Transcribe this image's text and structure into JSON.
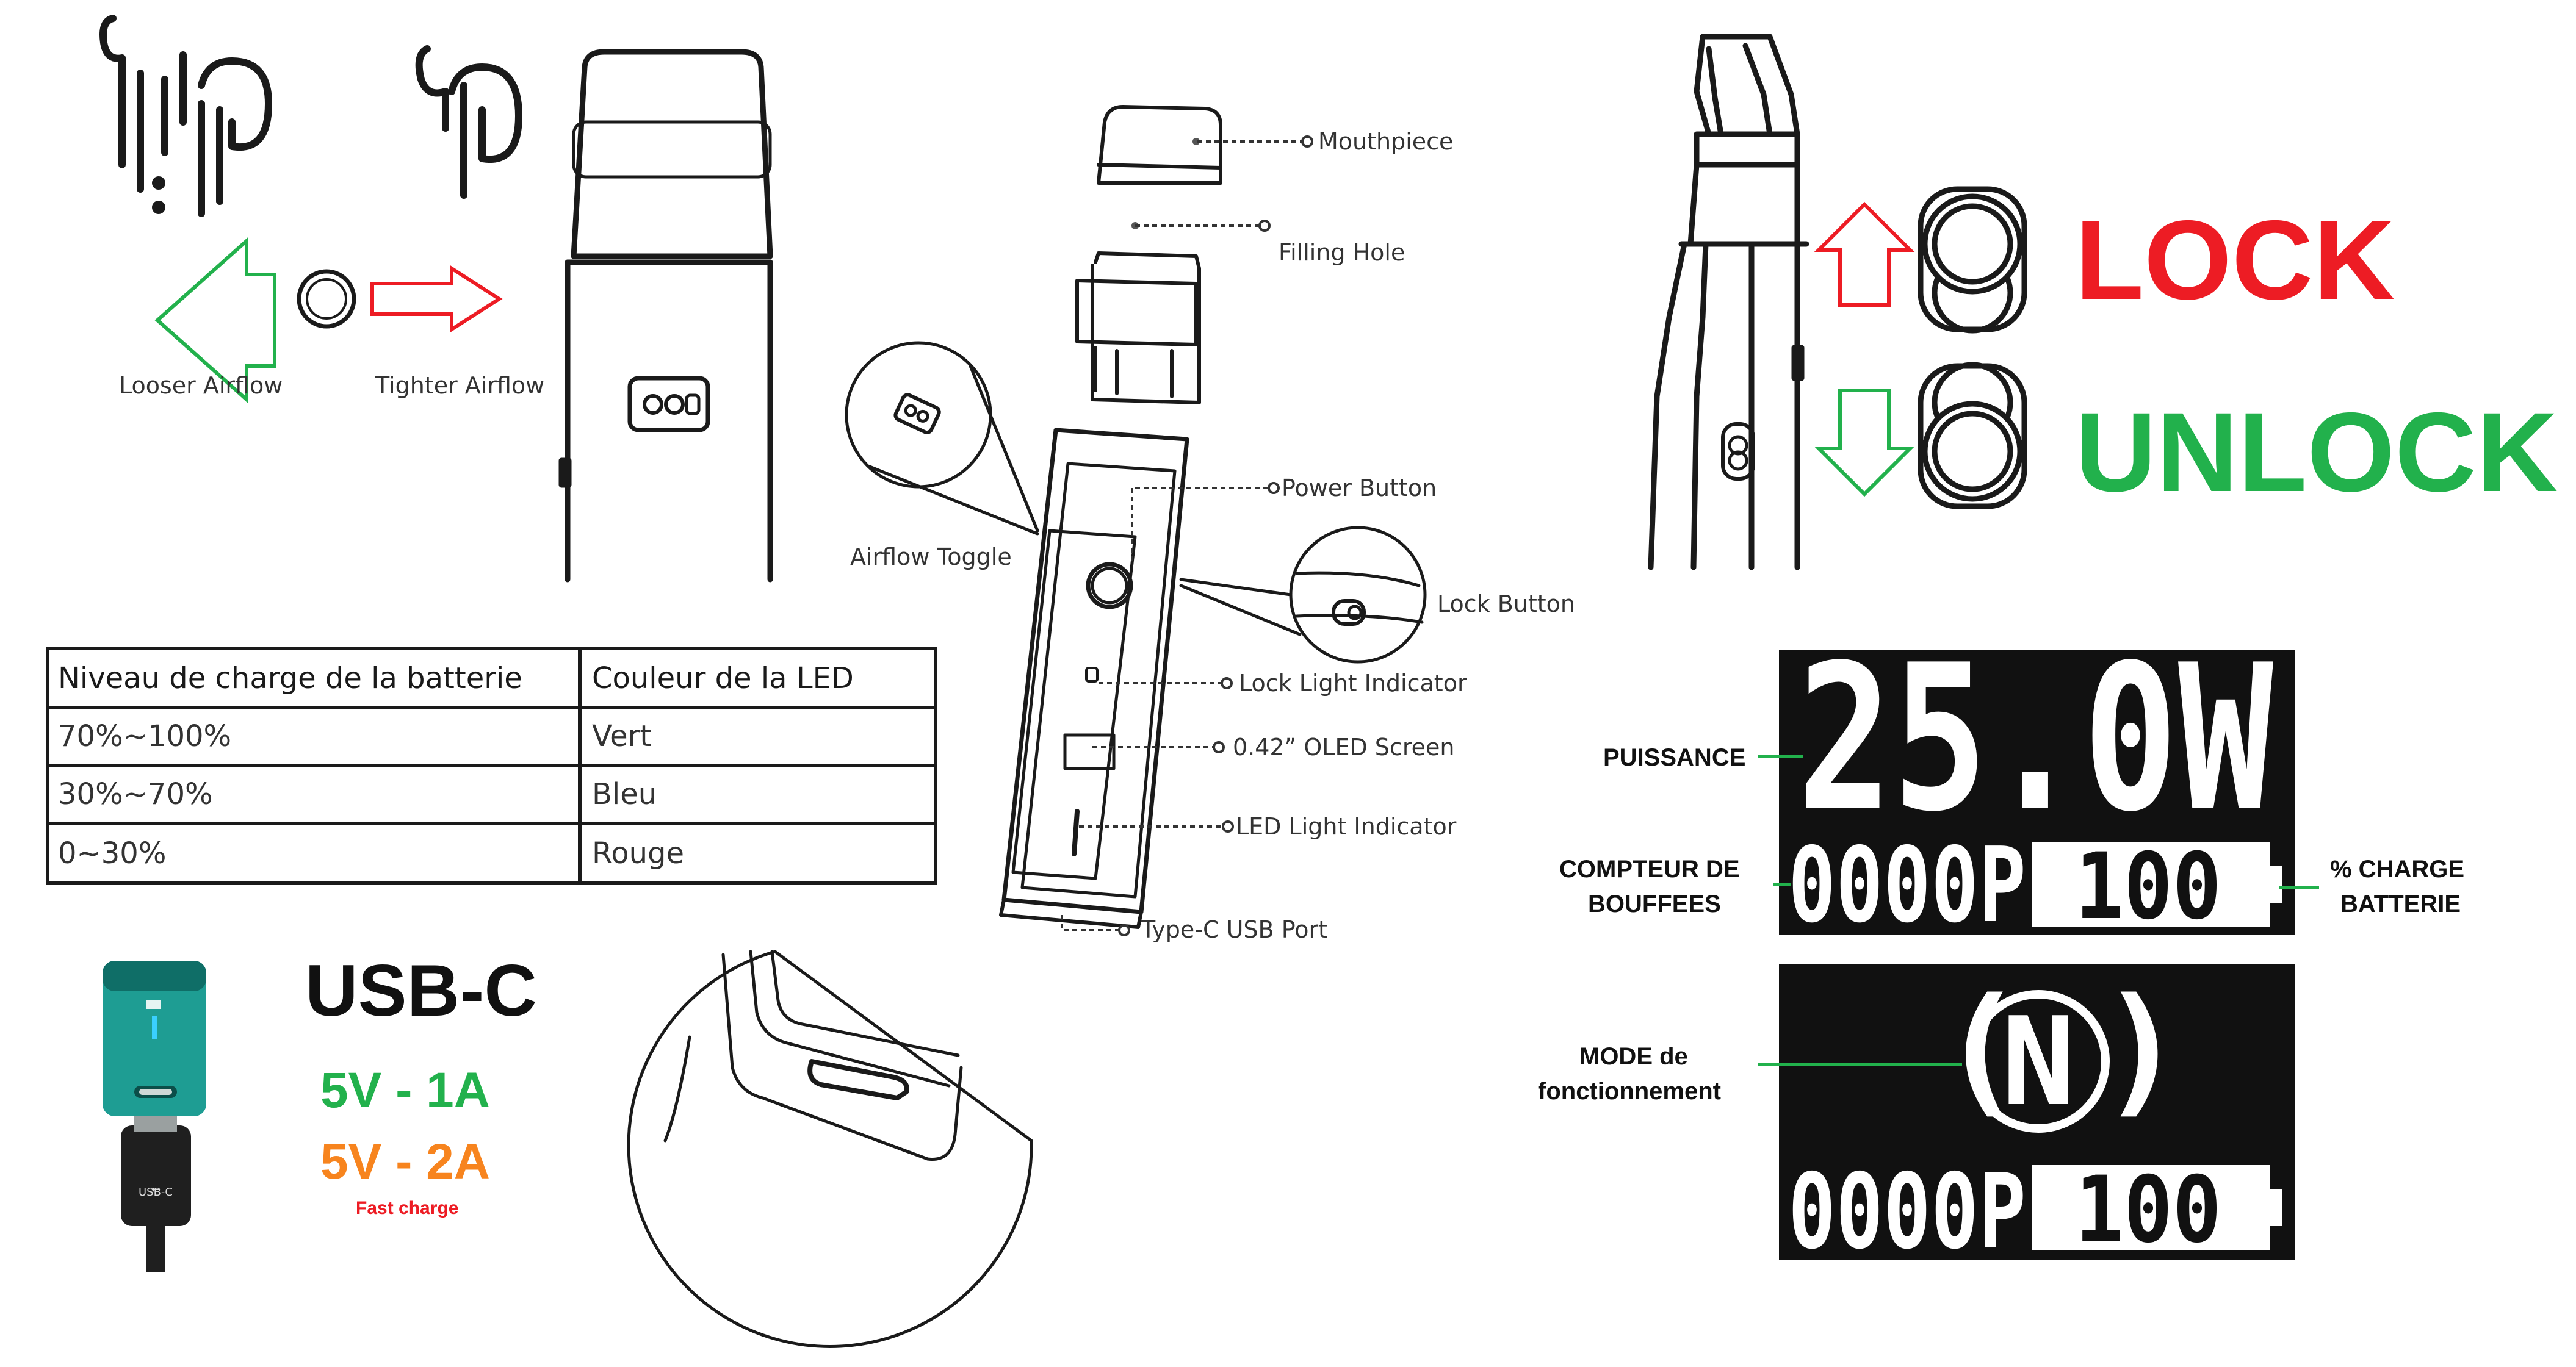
{
  "airflow": {
    "looser_label": "Looser Airflow",
    "tighter_label": "Tighter Airflow"
  },
  "exploded": {
    "mouthpiece": "Mouthpiece",
    "filling_hole": "Filling Hole",
    "power_button": "Power Button",
    "airflow_toggle": "Airflow Toggle",
    "lock_button": "Lock Button",
    "lock_light": "Lock Light Indicator",
    "oled": "0.42” OLED Screen",
    "led_light": "LED Light Indicator",
    "usb_port": "Type-C USB Port"
  },
  "battery_table": {
    "headers": [
      "Niveau de charge de la batterie",
      "Couleur de la LED"
    ],
    "rows": [
      [
        "70%~100%",
        "Vert"
      ],
      [
        "30%~70%",
        "Bleu"
      ],
      [
        "0~30%",
        "Rouge"
      ]
    ]
  },
  "charging": {
    "title": "USB-C",
    "spec_1a": "5V - 1A",
    "spec_2a": "5V - 2A",
    "fast": "Fast charge",
    "plug_label": "USB-C"
  },
  "lock": {
    "lock_text": "LOCK",
    "unlock_text": "UNLOCK"
  },
  "screen": {
    "power_value": "25.0W",
    "puffs_value": "0000P",
    "battery_value": "100",
    "mode_value": "N",
    "puissance_label": "PUISSANCE",
    "compteur_label_1": "COMPTEUR DE",
    "compteur_label_2": "BOUFFEES",
    "charge_label_1": "% CHARGE",
    "charge_label_2": "BATTERIE",
    "mode_label_1": "MODE de",
    "mode_label_2": "fonctionnement"
  },
  "colors": {
    "green": "#22b14c",
    "red": "#ed1c24",
    "orange": "#f7841e",
    "teal": "#1e9d93",
    "ink": "#1a1a1a",
    "leader": "#22b14c"
  }
}
